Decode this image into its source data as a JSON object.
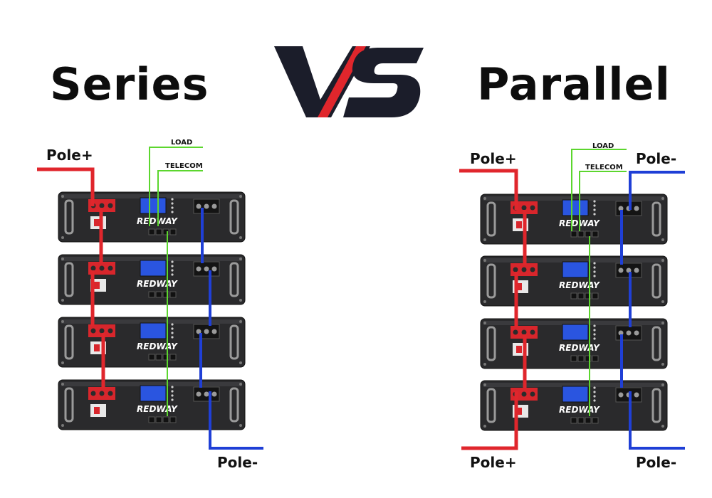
{
  "titles": {
    "series": "Series",
    "parallel": "Parallel"
  },
  "vs_logo": {
    "text": "VS",
    "colors": {
      "dark": "#1b1d2a",
      "accent": "#e0262c"
    }
  },
  "series": {
    "pole_plus": "Pole+",
    "pole_minus": "Pole-",
    "load": "LOAD",
    "telecom": "TELECOM",
    "module_count": 4
  },
  "parallel": {
    "pole_plus_top": "Pole+",
    "pole_minus_top": "Pole-",
    "pole_plus_bottom": "Pole+",
    "pole_minus_bottom": "Pole-",
    "load": "LOAD",
    "telecom": "TELECOM",
    "module_count": 4
  },
  "module": {
    "brand": "REDWAY"
  },
  "colors": {
    "positive": "#e0262c",
    "negative": "#1f3fd6",
    "comm": "#5cd62e",
    "chassis": "#2a2a2c",
    "screen": "#2a55e0"
  }
}
